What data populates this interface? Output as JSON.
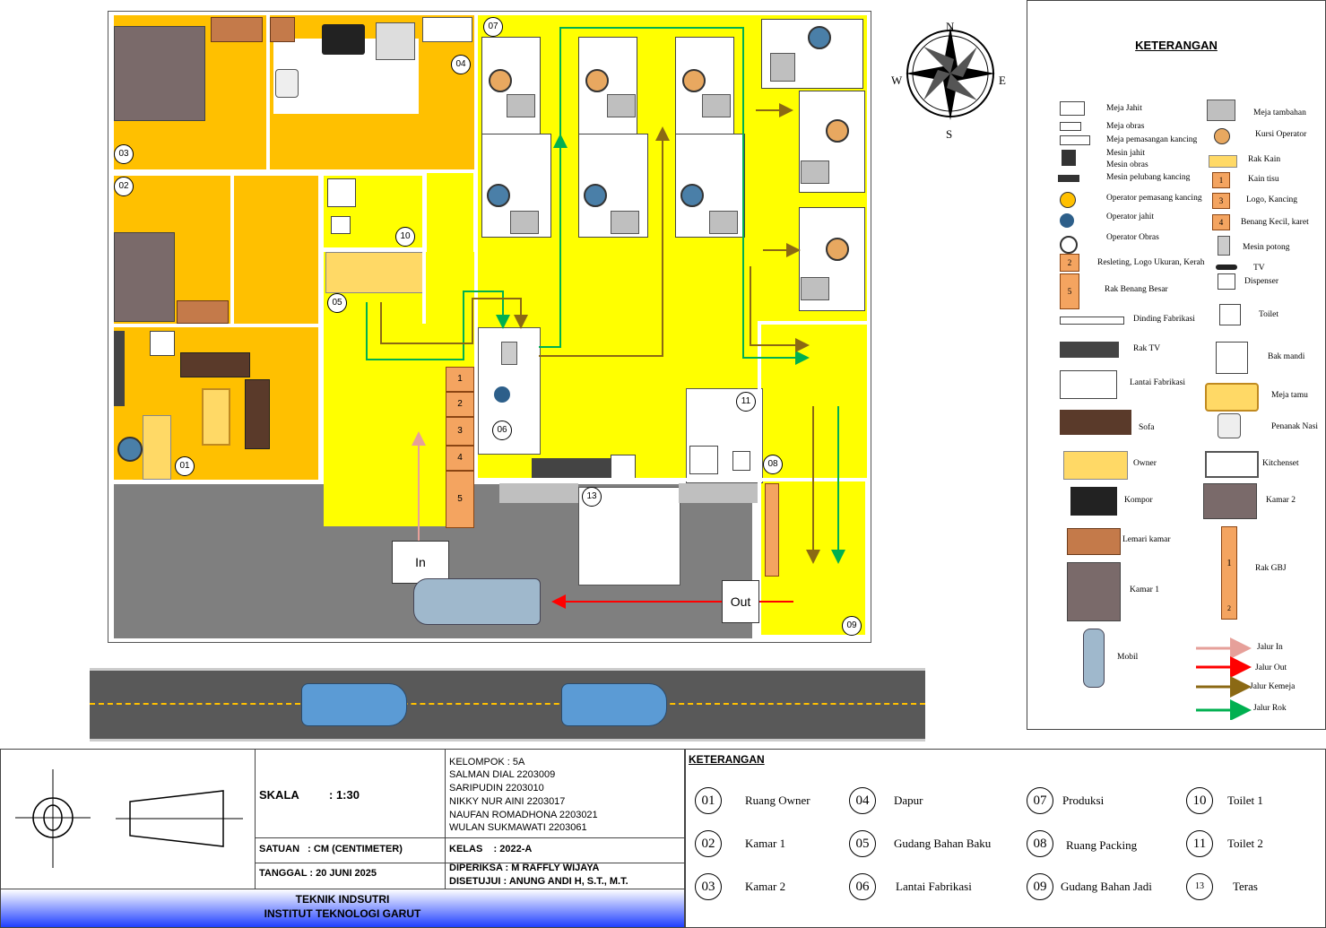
{
  "compass": {
    "n": "N",
    "s": "S",
    "e": "E",
    "w": "W"
  },
  "rooms": {
    "r01": "01",
    "r02": "02",
    "r03": "03",
    "r04": "04",
    "r05": "05",
    "r06": "06",
    "r07": "07",
    "r08": "08",
    "r09": "09",
    "r10": "10",
    "r11": "11",
    "r13": "13"
  },
  "rack_labels": [
    "1",
    "2",
    "3",
    "4",
    "5"
  ],
  "doors": {
    "in": "In",
    "out": "Out"
  },
  "legend": {
    "title": "KETERANGAN",
    "left_items": [
      "Meja Jahit",
      "Meja obras",
      "Meja pemasangan kancing",
      "Mesin jahit",
      "Mesin obras",
      "Mesin pelubang kancing",
      "Operator pemasang kancing",
      "Operator jahit",
      "Operator Obras",
      "Resleting, Logo Ukuran, Kerah",
      "Rak Benang Besar",
      "Dinding Fabrikasi",
      "Rak TV",
      "Lantai Fabrikasi",
      "Sofa",
      "Owner",
      "Kompor",
      "Lemari kamar",
      "Kamar 1",
      "Mobil"
    ],
    "right_items": [
      "Meja tambahan",
      "Kursi Operator",
      "Rak Kain",
      "Kain tisu",
      "Logo, Kancing",
      "Benang Kecil, karet",
      "Mesin potong",
      "TV",
      "Dispenser",
      "Toilet",
      "Bak mandi",
      "Meja tamu",
      "Penanak Nasi",
      "Kitchenset",
      "Kamar 2",
      "Rak GBJ",
      "Jalur In",
      "Jalur Out",
      "Jalur Kemeja",
      "Jalur Rok"
    ],
    "rack_nums": {
      "n1": "1",
      "n2": "2",
      "n3": "3",
      "n4": "4",
      "n5": "5",
      "gbj1": "1",
      "gbj2": "2"
    }
  },
  "title_block": {
    "skala_label": "SKALA",
    "skala_value": ": 1:30",
    "satuan": "SATUAN   : CM (CENTIMETER)",
    "tanggal": "TANGGAL : 20 JUNI 2025",
    "kelompok": "KELOMPOK : 5A",
    "members": [
      "SALMAN DIAL 2203009",
      "SARIPUDIN 2203010",
      "NIKKY NUR AINI 2203017",
      "NAUFAN ROMADHONA 2203021",
      "WULAN SUKMAWATI 2203061"
    ],
    "kelas": "KELAS    : 2022-A",
    "diperiksa": "DIPERIKSA : M RAFFLY WIJAYA",
    "disetujui": "DISETUJUI : ANUNG ANDI H, S.T., M.T.",
    "footer1": "TEKNIK INDSUTRI",
    "footer2": "INSTITUT TEKNOLOGI GARUT"
  },
  "room_key": {
    "title": "KETERANGAN",
    "items": [
      {
        "num": "01",
        "label": "Ruang Owner"
      },
      {
        "num": "04",
        "label": "Dapur"
      },
      {
        "num": "07",
        "label": "Produksi"
      },
      {
        "num": "10",
        "label": "Toilet 1"
      },
      {
        "num": "02",
        "label": "Kamar 1"
      },
      {
        "num": "05",
        "label": "Gudang Bahan Baku"
      },
      {
        "num": "08",
        "label": "Ruang Packing"
      },
      {
        "num": "11",
        "label": "Toilet 2"
      },
      {
        "num": "03",
        "label": "Kamar 2"
      },
      {
        "num": "06",
        "label": "Lantai Fabrikasi"
      },
      {
        "num": "09",
        "label": "Gudang Bahan Jadi"
      },
      {
        "num": "13",
        "label": "Teras"
      }
    ]
  },
  "colors": {
    "orange_room": "#FFC000",
    "yellow_room": "#FFFF00",
    "parking": "#7F7F7F",
    "road": "#595959",
    "path_in": "#E6A09A",
    "path_out": "#FF0000",
    "path_kemeja": "#8B6914",
    "path_rok": "#00B050",
    "footer_blue": "#1F3FFF"
  }
}
